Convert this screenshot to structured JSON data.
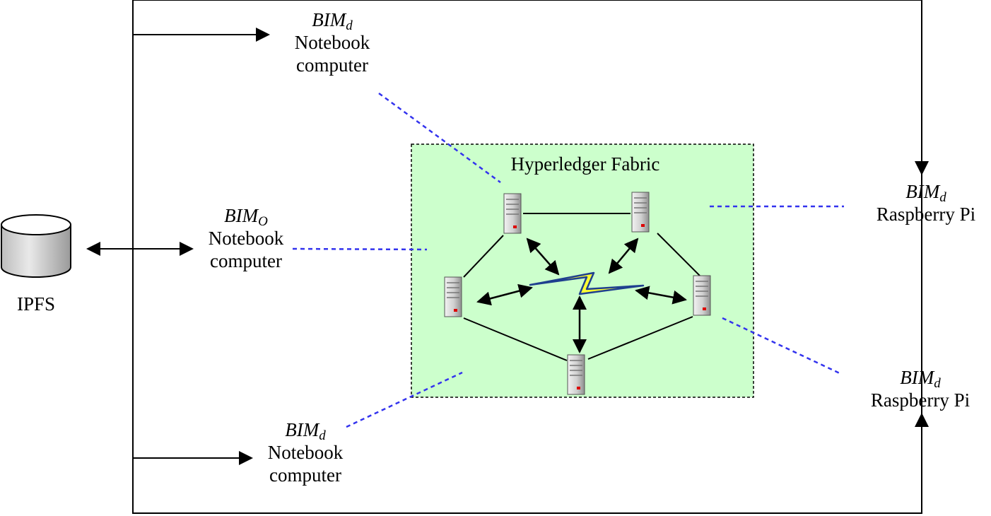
{
  "storage": {
    "label": "IPFS"
  },
  "network": {
    "title": "Hyperledger Fabric"
  },
  "nodes": {
    "notebook_top": {
      "bim": "BIM",
      "sub": "d",
      "line1": "Notebook",
      "line2": "computer"
    },
    "notebook_owner": {
      "bim": "BIM",
      "sub": "O",
      "line1": "Notebook",
      "line2": "computer"
    },
    "notebook_bottom": {
      "bim": "BIM",
      "sub": "d",
      "line1": "Notebook",
      "line2": "computer"
    },
    "rpi_top": {
      "bim": "BIM",
      "sub": "d",
      "line1": "Raspberry Pi"
    },
    "rpi_bottom": {
      "bim": "BIM",
      "sub": "d",
      "line1": "Raspberry Pi"
    }
  },
  "colors": {
    "fabric_fill": "#ccffcc",
    "dashed_link": "#3333ee",
    "bolt_fill": "#ffff33",
    "bolt_stroke": "#1f3f8f",
    "server_light": "#e6e6e6",
    "server_dark": "#8a8a8a",
    "server_led": "#dd0000"
  },
  "icons": [
    "database-cylinder-icon",
    "server-icon",
    "lightning-bolt-icon"
  ]
}
